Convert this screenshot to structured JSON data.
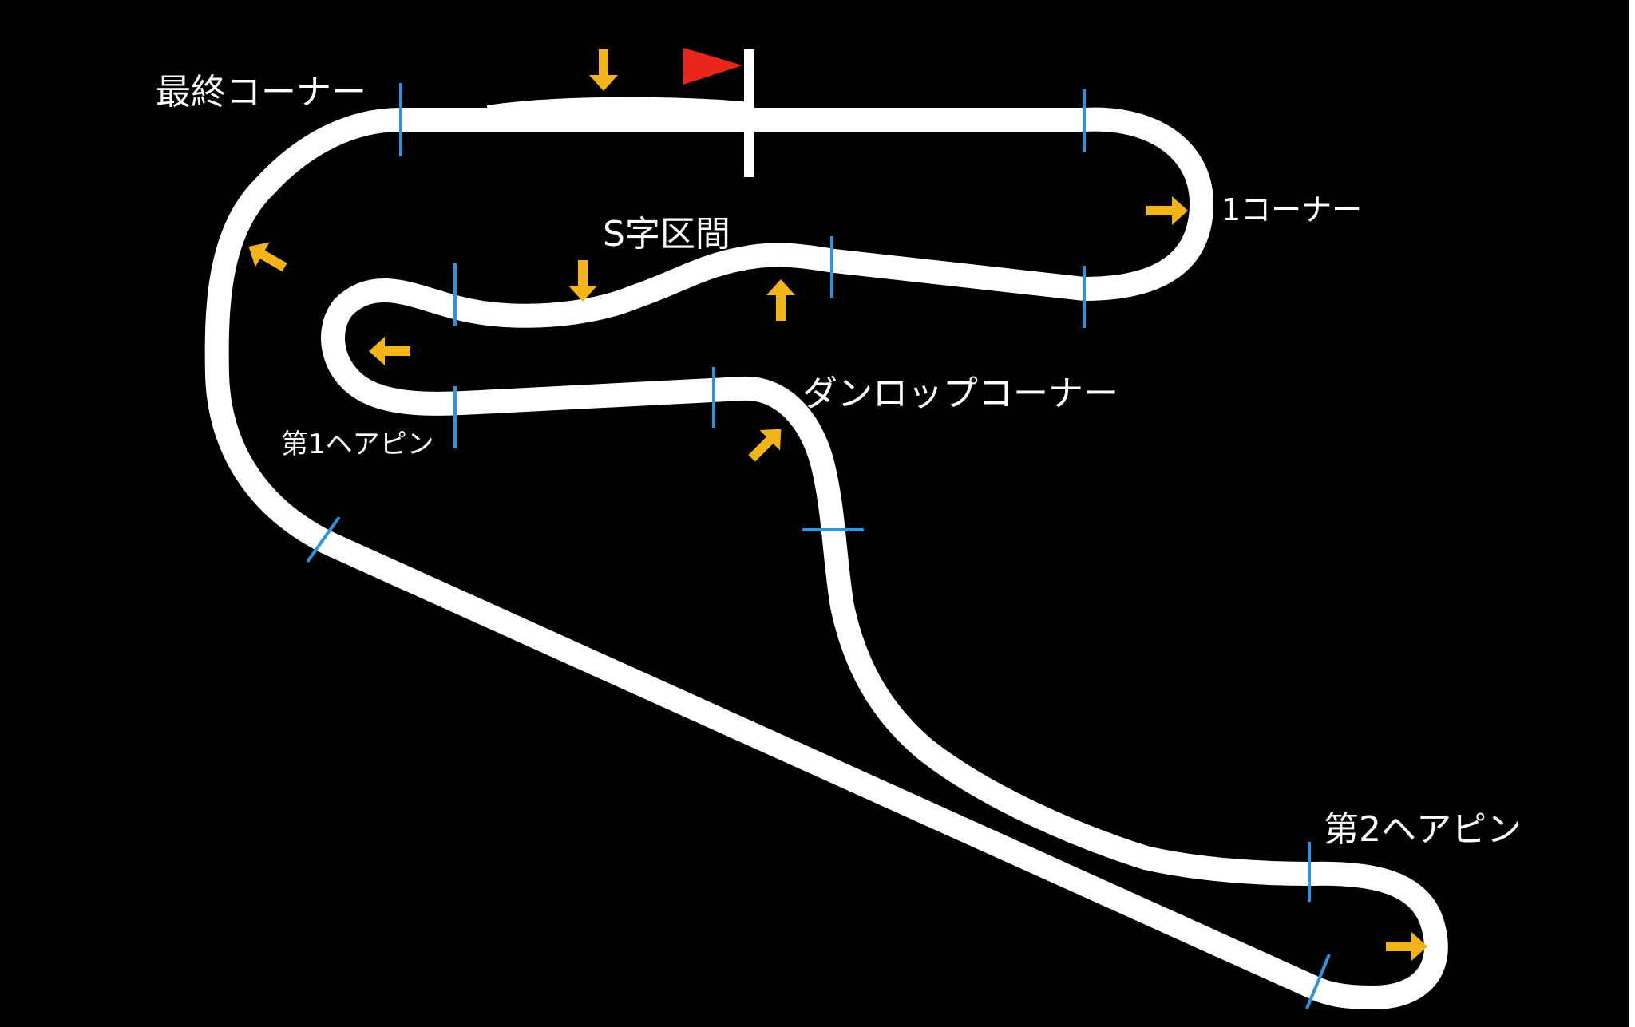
{
  "colors": {
    "background": "#000000",
    "track": "#ffffff",
    "sector_marker": "#2f93e0",
    "direction_arrow": "#f2b418",
    "flag": "#e8261c",
    "label": "#ffffff"
  },
  "corners": {
    "final_corner": "最終コーナー",
    "corner_1": "1コーナー",
    "s_section": "S字区間",
    "dunlop_corner": "ダンロップコーナー",
    "hairpin_1": "第1ヘアピン",
    "hairpin_2": "第2ヘアピン"
  },
  "icons": {
    "start_finish": "checkered-flag-icon",
    "direction": "direction-arrow-icon"
  }
}
